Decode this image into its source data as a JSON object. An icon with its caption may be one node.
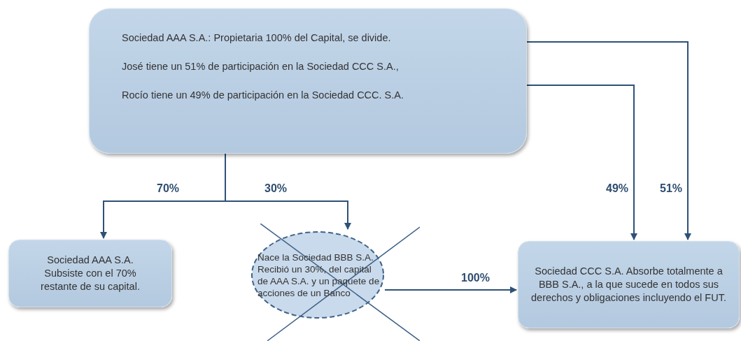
{
  "diagram": {
    "nodes": [
      {
        "text": [
          "Sociedad AAA S.A.: Propietaria 100% del Capital, se divide.",
          "José tiene un 51% de participación en la Sociedad CCC S.A.,",
          "Rocío tiene  un 49% de participación en la Sociedad CCC. S.A."
        ]
      },
      {
        "text": [
          "Sociedad AAA S.A. Subsiste con el 70% restante de su capital."
        ]
      },
      {
        "text": [
          "Nace la Sociedad BBB S.A. Recibió un 30%, del capital de AAA S.A. y un paquete de acciones de un Banco"
        ]
      },
      {
        "text": [
          "Sociedad CCC S.A. Absorbe totalmente a BBB S.A., a la que sucede en todos sus derechos y obligaciones incluyendo el FUT."
        ]
      }
    ],
    "edges": [
      {
        "from": 0,
        "to": 1,
        "arrow": "to",
        "label": "70%"
      },
      {
        "from": 0,
        "to": 2,
        "arrow": "to",
        "label": "30%"
      },
      {
        "from": 2,
        "to": 3,
        "arrow": "to",
        "label": "100%"
      },
      {
        "from": 0,
        "to": 3,
        "arrow": "to",
        "label": "49%"
      },
      {
        "from": 0,
        "to": 3,
        "arrow": "to",
        "label": "51%"
      }
    ]
  }
}
